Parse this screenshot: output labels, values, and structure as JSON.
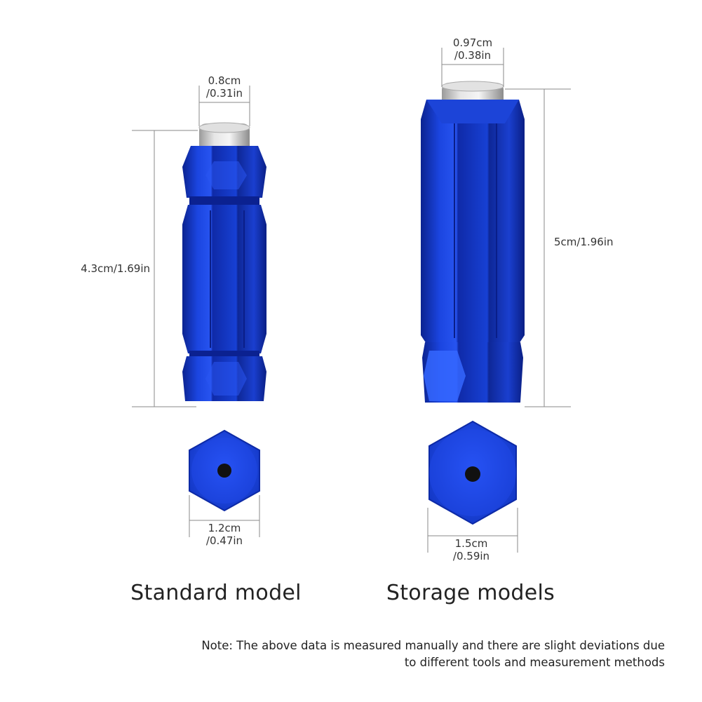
{
  "standard": {
    "caption": "Standard model",
    "top_width": {
      "cm": "0.8cm",
      "in": "/0.31in"
    },
    "height": "4.3cm/1.69in",
    "hex_width": {
      "cm": "1.2cm",
      "in": "/0.47in"
    }
  },
  "storage": {
    "caption": "Storage models",
    "top_width": {
      "cm": "0.97cm",
      "in": "/0.38in"
    },
    "height": "5cm/1.96in",
    "hex_width": {
      "cm": "1.5cm",
      "in": "/0.59in"
    }
  },
  "note": {
    "line1": "Note: The above data is measured manually and there are slight deviations due",
    "line2": "to different tools and measurement methods"
  },
  "colors": {
    "body_blue": "#1a3fd6",
    "dark_blue": "#0a1f8c",
    "highlight_blue": "#3c6bff",
    "magnet_silver": "#cfcfcf",
    "center_hole": "#111111"
  }
}
